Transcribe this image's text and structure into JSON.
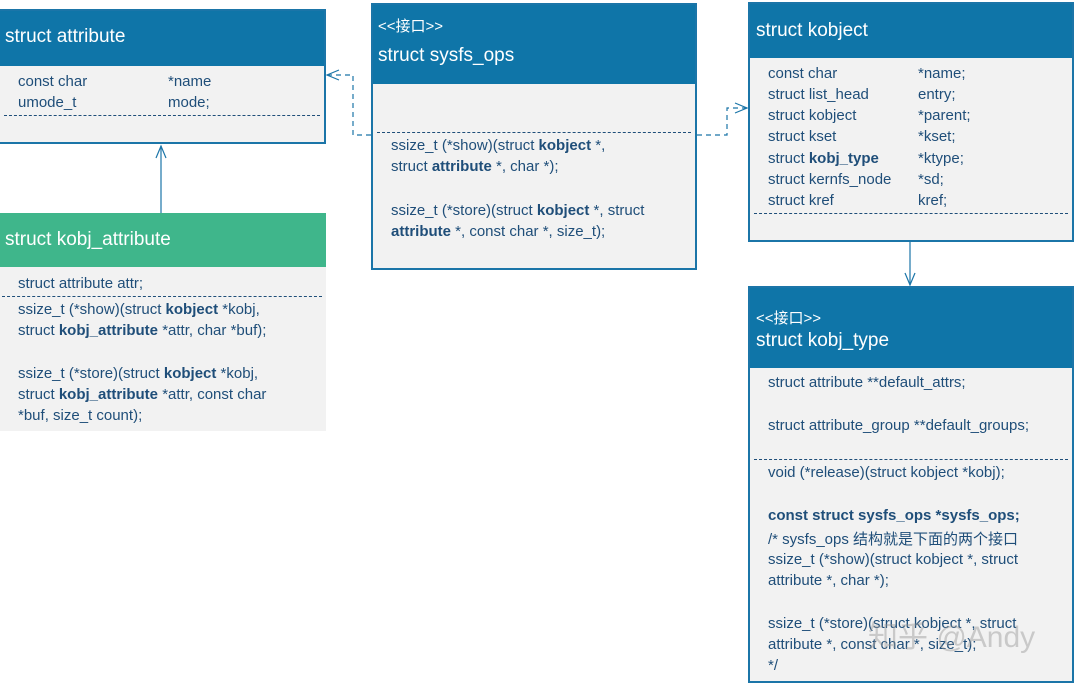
{
  "attribute": {
    "title": "struct attribute",
    "fields": [
      {
        "type": "const char",
        "name": "*name"
      },
      {
        "type": "umode_t",
        "name": "mode;"
      }
    ]
  },
  "kobj_attribute": {
    "title": "struct kobj_attribute",
    "field": "struct attribute attr;",
    "show": {
      "p1": "ssize_t (*show)(struct ",
      "b1": "kobject",
      "p2": " *kobj,",
      "p3": "struct ",
      "b2": "kobj_attribute",
      "p4": " *attr, char *buf);"
    },
    "store": {
      "p1": "ssize_t (*store)(struct ",
      "b1": "kobject",
      "p2": " *kobj,",
      "p3": "struct ",
      "b2": "kobj_attribute",
      "p4": " *attr,  const char",
      "p5": "*buf, size_t count);"
    }
  },
  "sysfs_ops": {
    "stereotype": "<<接口>>",
    "title": "struct sysfs_ops",
    "show": {
      "p1": "ssize_t      (*show)(struct ",
      "b1": "kobject",
      "p2": " *,",
      "p3": "struct ",
      "b2": "attribute",
      "p4": " *, char *);"
    },
    "store": {
      "p1": "ssize_t      (*store)(struct ",
      "b1": "kobject",
      "p2": " *, struct",
      "b2": "attribute",
      "p3": " *, const char *, size_t);"
    }
  },
  "kobject": {
    "title": "struct kobject",
    "fields": [
      {
        "type": "const char",
        "name": "*name;"
      },
      {
        "type": "struct list_head",
        "name": "entry;"
      },
      {
        "type": "struct kobject",
        "name": "*parent;"
      },
      {
        "type": "struct kset",
        "name": "*kset;"
      },
      {
        "type_prefix": "struct ",
        "type_bold": "kobj_type",
        "name": "*ktype;"
      },
      {
        "type": "struct kernfs_node",
        "name": "*sd;"
      },
      {
        "type": "struct kref",
        "name": "kref;"
      }
    ]
  },
  "kobj_type": {
    "stereotype": "<<接口>>",
    "title": "struct kobj_type",
    "attrs": "struct attribute **default_attrs;",
    "groups": "struct attribute_group **default_groups;",
    "release": "void (*release)(struct kobject *kobj);",
    "sysfs_ops": "const struct sysfs_ops *sysfs_ops;",
    "comment": "/*  sysfs_ops 结构就是下面的两个接口",
    "show1": "ssize_t      (*show)(struct kobject *, struct",
    "show2": "attribute *, char *);",
    "store1": "ssize_t      (*store)(struct kobject *, struct",
    "store2": "attribute *, const char *, size_t);",
    "end": "*/"
  },
  "watermark": "知乎 @Andy",
  "colors": {
    "header": "#0f75a8",
    "header_green": "#3fb68b",
    "body_bg": "#f2f2f2",
    "text": "#1f4e79"
  }
}
